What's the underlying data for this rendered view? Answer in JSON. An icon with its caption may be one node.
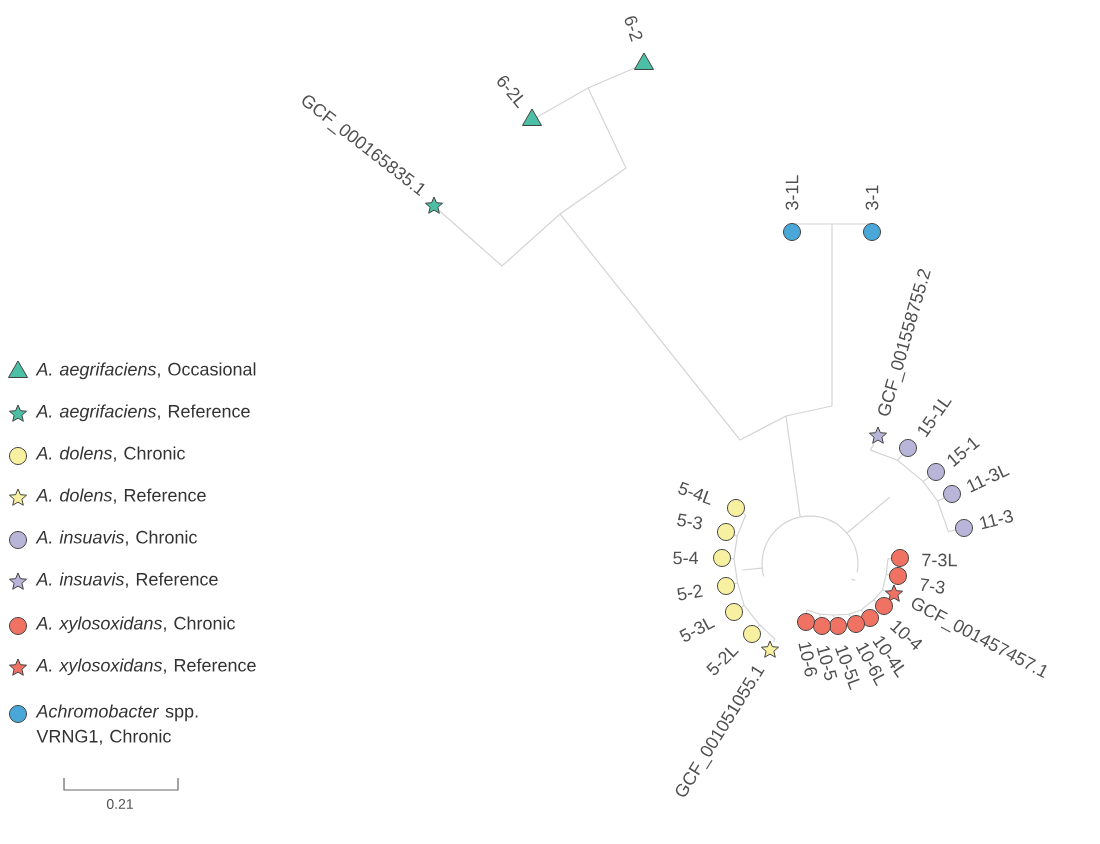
{
  "diagram": {
    "labels": [
      "GCF_000165835.1",
      "6-2L",
      "6-2",
      "3-1L",
      "3-1",
      "GCF_001558755.2",
      "15-1L",
      "15-1",
      "11-3L",
      "11-3",
      "5-4L",
      "7-3L",
      "5-3",
      "7-3",
      "GCF_001457457.1",
      "5-4",
      "10-4",
      "5-2",
      "10-4L",
      "5-3L",
      "10-6L",
      "5-2L",
      "10-5L",
      "10-5",
      "10-6",
      "GCF_001051055.1",
      "0.21"
    ],
    "legend": [
      {
        "text": "*A. aegrifaciens*, Occasional",
        "color": "#4cc0a6"
      },
      {
        "text": "*A. aegrifaciens*, Reference",
        "color": "#4cc0a6"
      },
      {
        "text": "*A. dolens*, Chronic",
        "color": "#f7f0a0"
      },
      {
        "text": "*A. dolens*, Reference",
        "color": "#f7f0a0"
      },
      {
        "text": "*A. insuavis*, Chronic",
        "color": "#b9b5d9"
      },
      {
        "text": "*A. insuavis*, Reference",
        "color": "#b9b5d9"
      },
      {
        "text": "*A. xylosoxidans*, Chronic",
        "color": "#f07262"
      },
      {
        "text": "*A. xylosoxidans*, Reference",
        "color": "#f07262"
      },
      {
        "text": "*Achromobacter* spp. VRNG1, Chronic",
        "color": "#4aa8d8"
      }
    ]
  }
}
